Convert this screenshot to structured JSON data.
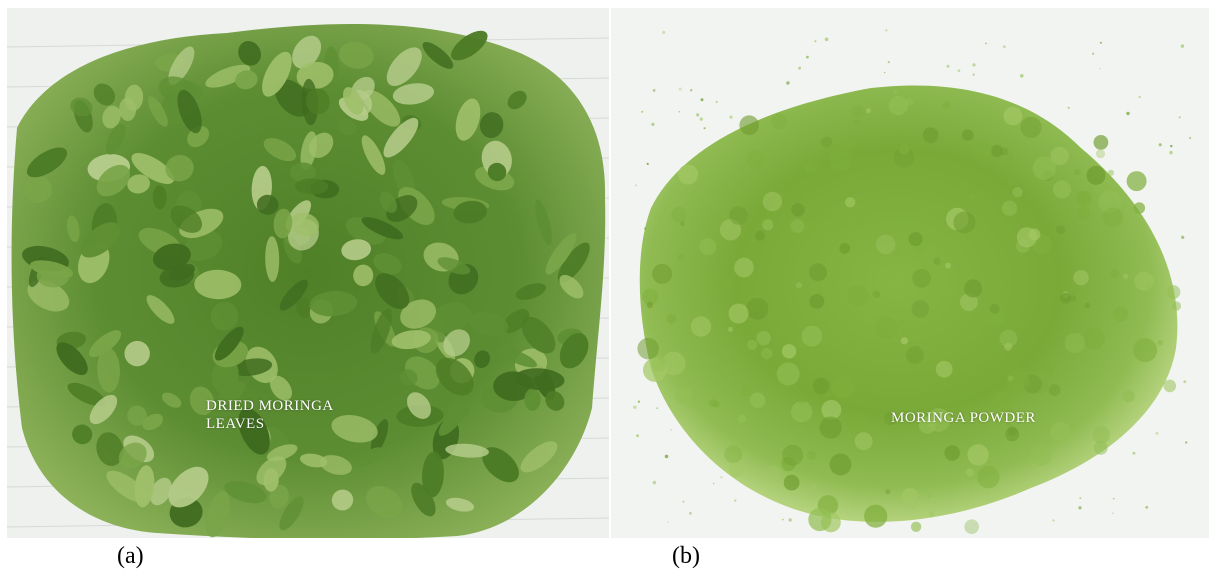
{
  "panels": [
    {
      "id": "a",
      "subject": "dried moringa leaves",
      "overlay_text": "DRIED MORINGA\nLEAVES",
      "caption": "(a)"
    },
    {
      "id": "b",
      "subject": "moringa powder",
      "overlay_text": "MORINGA POWDER",
      "caption": "(b)"
    }
  ],
  "colors": {
    "background": "#ffffff",
    "leaf_dark": "#3f6b1f",
    "leaf_mid": "#5f8f34",
    "leaf_light": "#9fbf6a",
    "powder": "#7fae3c",
    "powder_light": "#a3c866",
    "surface": "#f1f3f0"
  }
}
